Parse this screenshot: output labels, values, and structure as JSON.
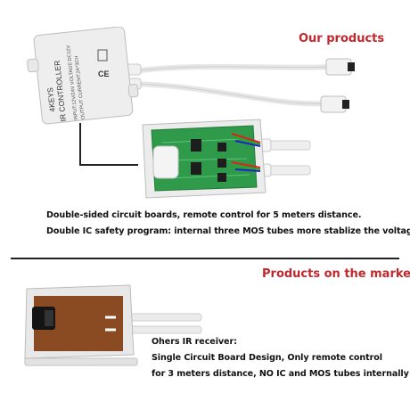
{
  "top": {
    "heading": "Our products",
    "controller_label_lines": [
      "IR CONTROLLER",
      "4KEYS"
    ],
    "controller_specs": [
      "INPUT:12V/24V VOLTAGE:DC12V",
      "OUTPUT CURRENT:2A*3CH"
    ],
    "lines": [
      "Double-sided circuit boards, remote control for 5 meters distance.",
      "Double IC  safety program: internal three MOS tubes  more stablize the voltage"
    ]
  },
  "bottom": {
    "heading": "Products on the market",
    "lines": [
      "Ohers IR receiver:",
      "Single Circuit Board Design, Only  remote control",
      "for 3 meters distance, NO IC and MOS tubes internally ."
    ]
  },
  "colors": {
    "heading": "#c0282d",
    "pcb": "#2e9a4a",
    "case": "#ededed",
    "brown_board": "#8a4a22"
  }
}
